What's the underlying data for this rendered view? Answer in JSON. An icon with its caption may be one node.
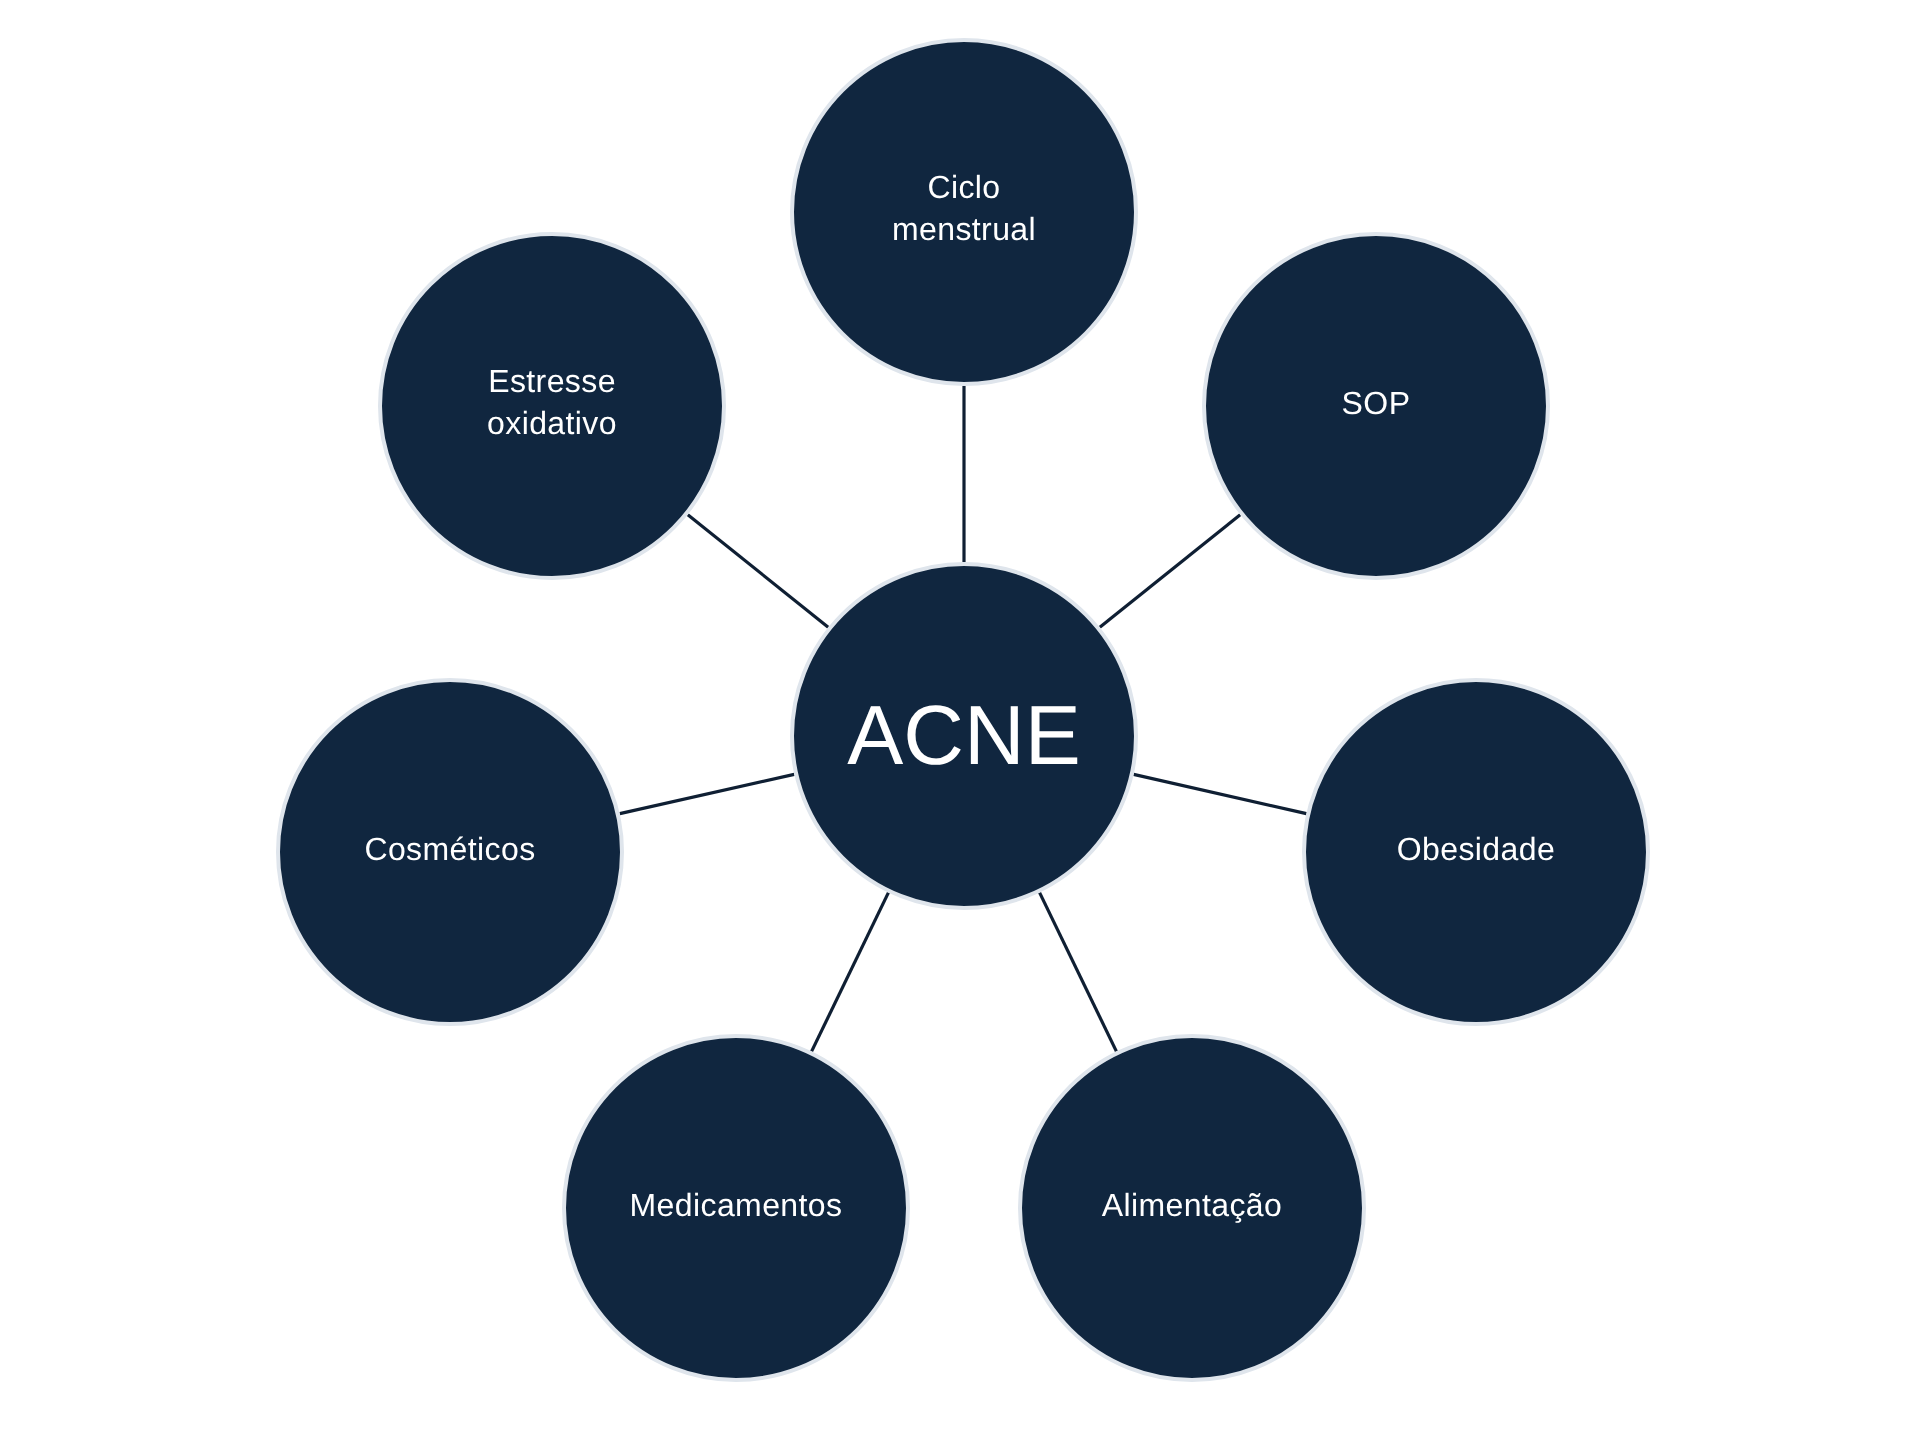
{
  "diagram": {
    "nodes": [
      {
        "text": [
          "ACNE"
        ]
      },
      {
        "text": [
          "Ciclo menstrual"
        ]
      },
      {
        "text": [
          "SOP"
        ]
      },
      {
        "text": [
          "Obesidade"
        ]
      },
      {
        "text": [
          "Alimentação"
        ]
      },
      {
        "text": [
          "Medicamentos"
        ]
      },
      {
        "text": [
          "Cosméticos"
        ]
      },
      {
        "text": [
          "Estresse oxidativo"
        ]
      }
    ],
    "edges": [
      {
        "from": 0,
        "to": 1,
        "arrow": "none"
      },
      {
        "from": 0,
        "to": 2,
        "arrow": "none"
      },
      {
        "from": 0,
        "to": 3,
        "arrow": "none"
      },
      {
        "from": 0,
        "to": 4,
        "arrow": "none"
      },
      {
        "from": 0,
        "to": 5,
        "arrow": "none"
      },
      {
        "from": 0,
        "to": 6,
        "arrow": "none"
      },
      {
        "from": 0,
        "to": 7,
        "arrow": "none"
      }
    ]
  }
}
